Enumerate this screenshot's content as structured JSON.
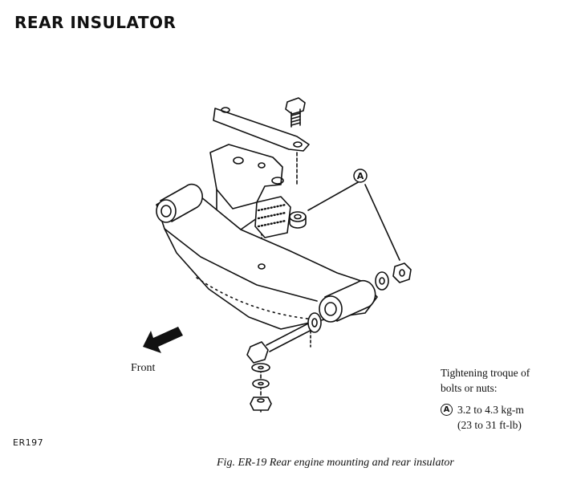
{
  "page_title": "REAR INSULATOR",
  "diagram": {
    "callout_letter": "A",
    "direction_label": "Front"
  },
  "torque": {
    "heading_line1": "Tightening troque of",
    "heading_line2": "bolts or nuts:",
    "marker": "A",
    "value_line1": "3.2 to 4.3 kg-m",
    "value_line2": "(23 to 31 ft-lb)"
  },
  "figure_code": "ER197",
  "caption": "Fig. ER-19  Rear engine mounting and rear insulator"
}
